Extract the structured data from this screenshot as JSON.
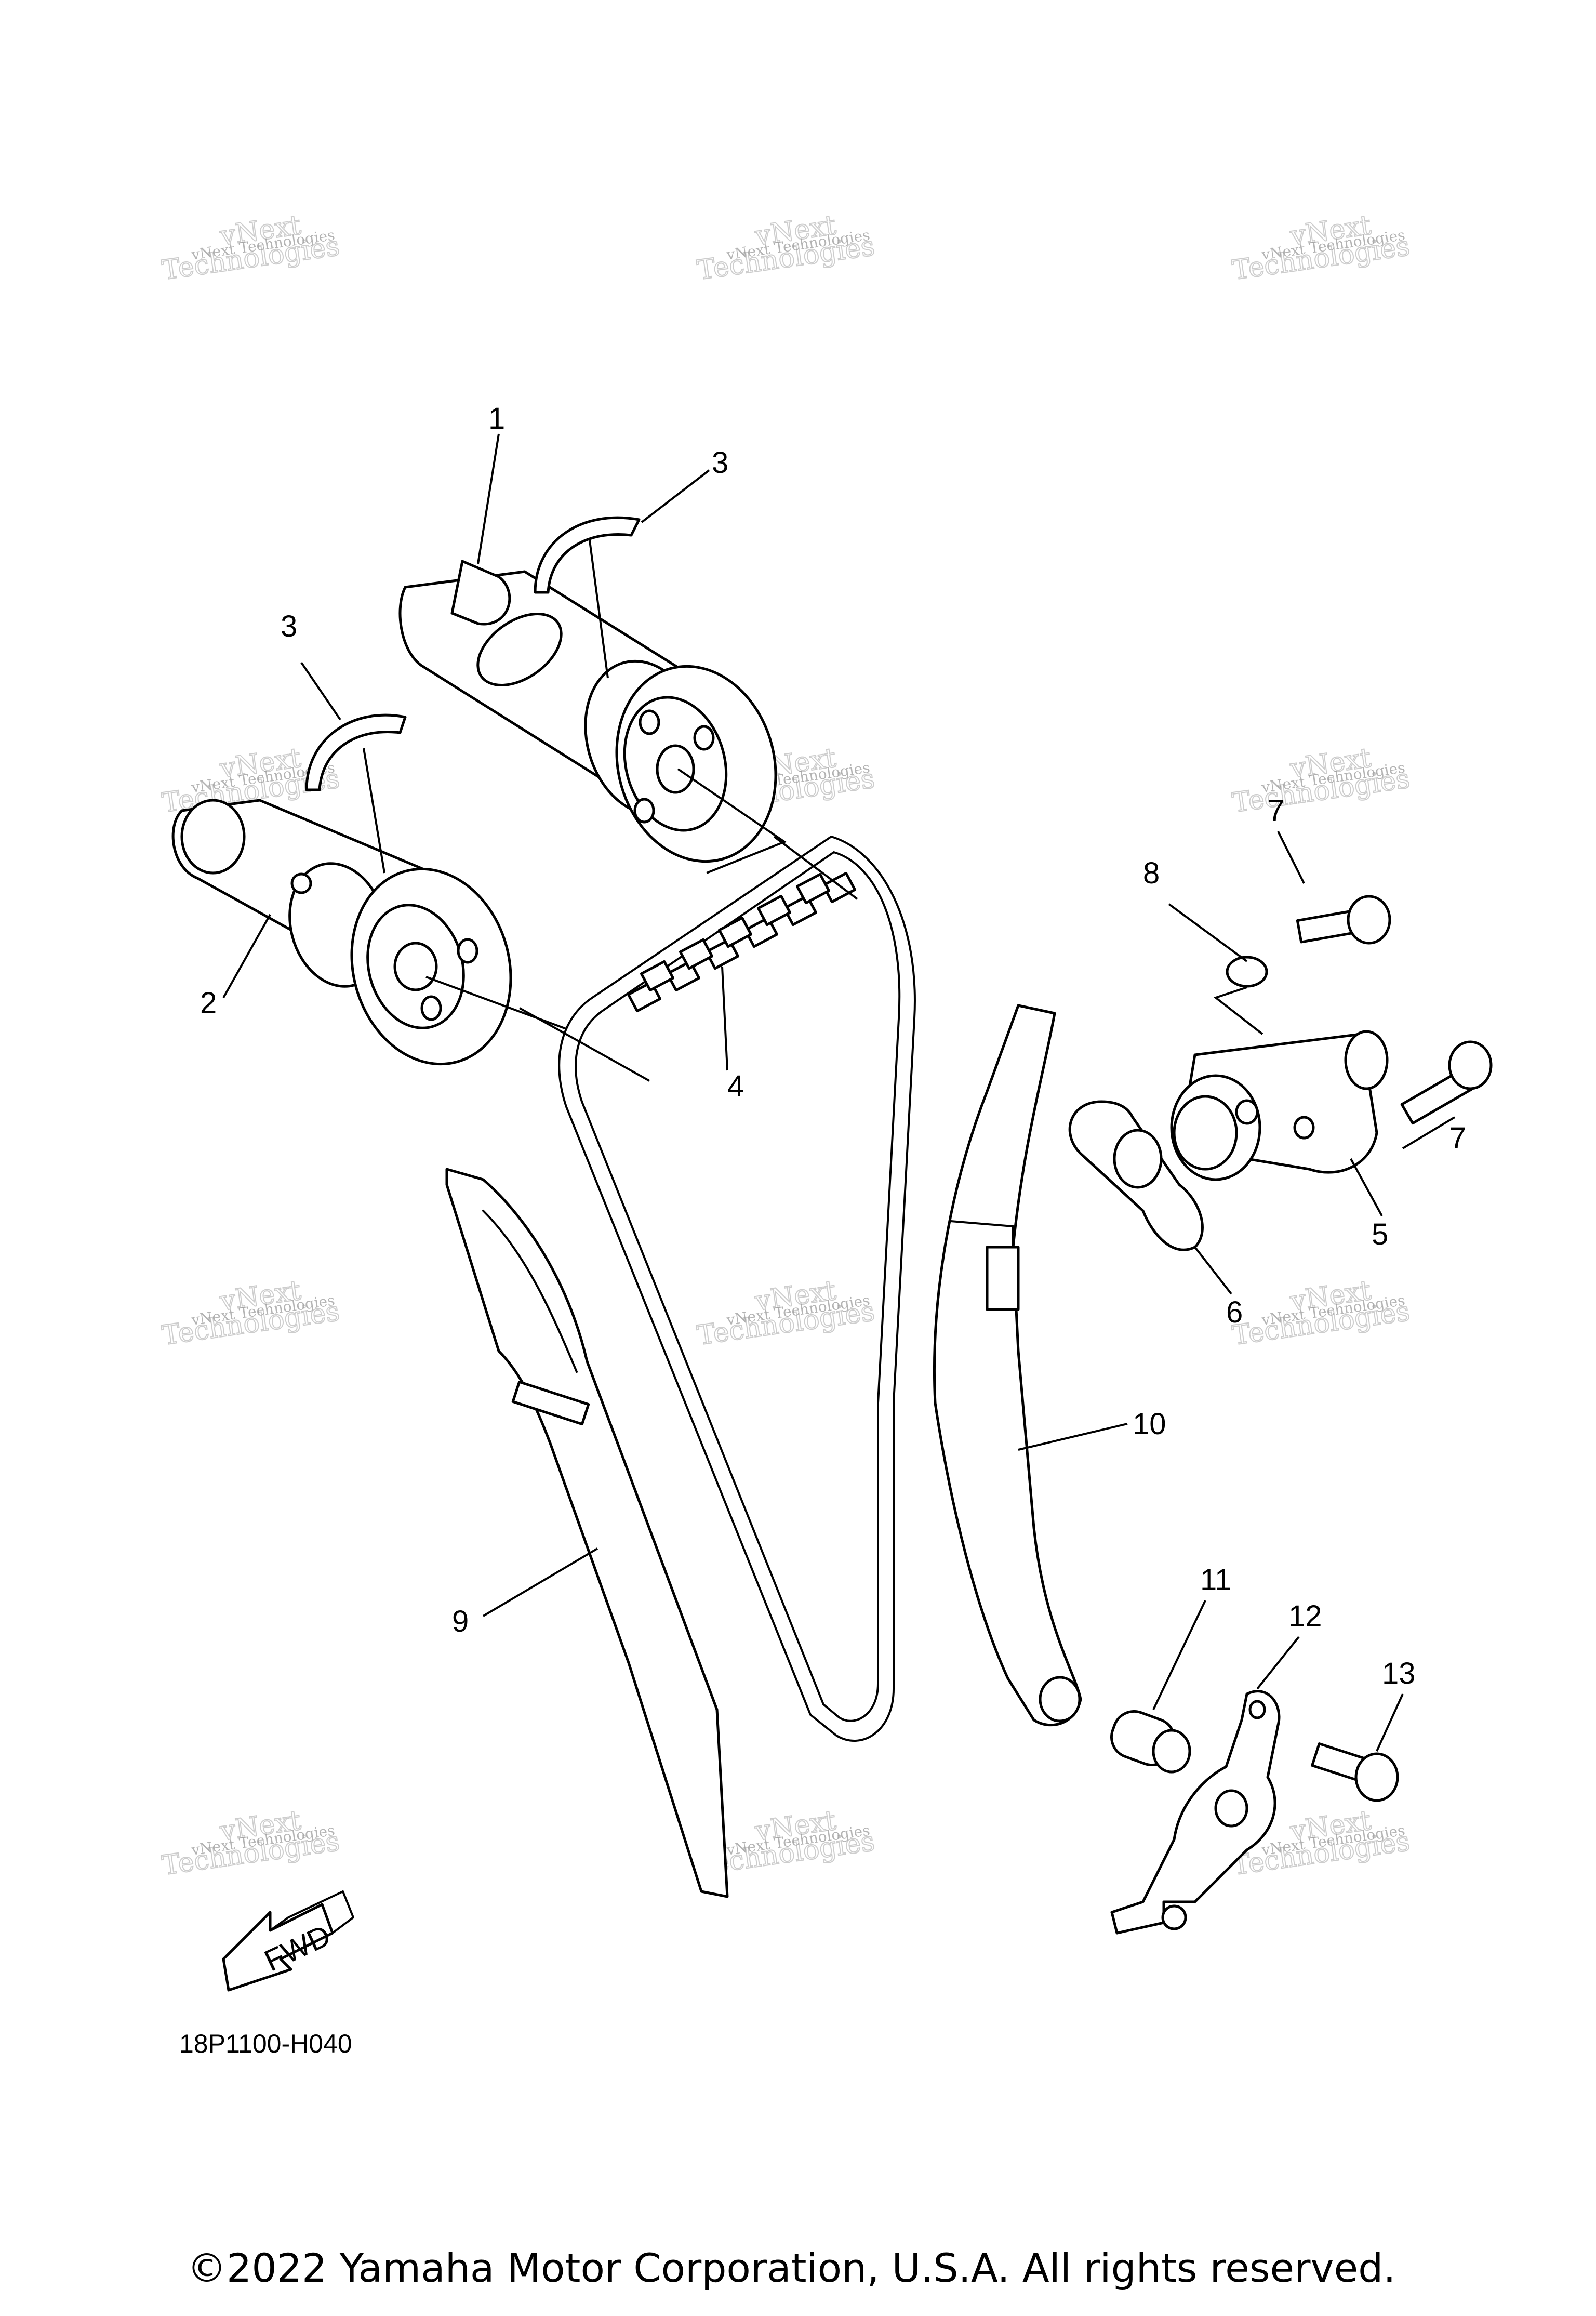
{
  "callouts": [
    {
      "id": "1",
      "part": "camshaft-1"
    },
    {
      "id": "2",
      "part": "camshaft-2"
    },
    {
      "id": "3",
      "part": "clip-upper"
    },
    {
      "id": "3",
      "part": "clip-lower"
    },
    {
      "id": "4",
      "part": "cam-chain"
    },
    {
      "id": "5",
      "part": "tensioner-assy"
    },
    {
      "id": "6",
      "part": "gasket"
    },
    {
      "id": "7",
      "part": "bolt-upper"
    },
    {
      "id": "7",
      "part": "bolt-right"
    },
    {
      "id": "8",
      "part": "washer"
    },
    {
      "id": "9",
      "part": "chain-guide-intake"
    },
    {
      "id": "10",
      "part": "chain-guide-exhaust"
    },
    {
      "id": "11",
      "part": "collar"
    },
    {
      "id": "12",
      "part": "stopper-guide"
    },
    {
      "id": "13",
      "part": "bolt-stopper"
    }
  ],
  "fwd_label": "FWD",
  "diagram_code": "18P1100-H040",
  "copyright": "©2022 Yamaha Motor Corporation, U.S.A. All rights reserved.",
  "watermark": {
    "line1": "vNext Technologies",
    "line2": "Technologies",
    "line3": "vNext"
  }
}
